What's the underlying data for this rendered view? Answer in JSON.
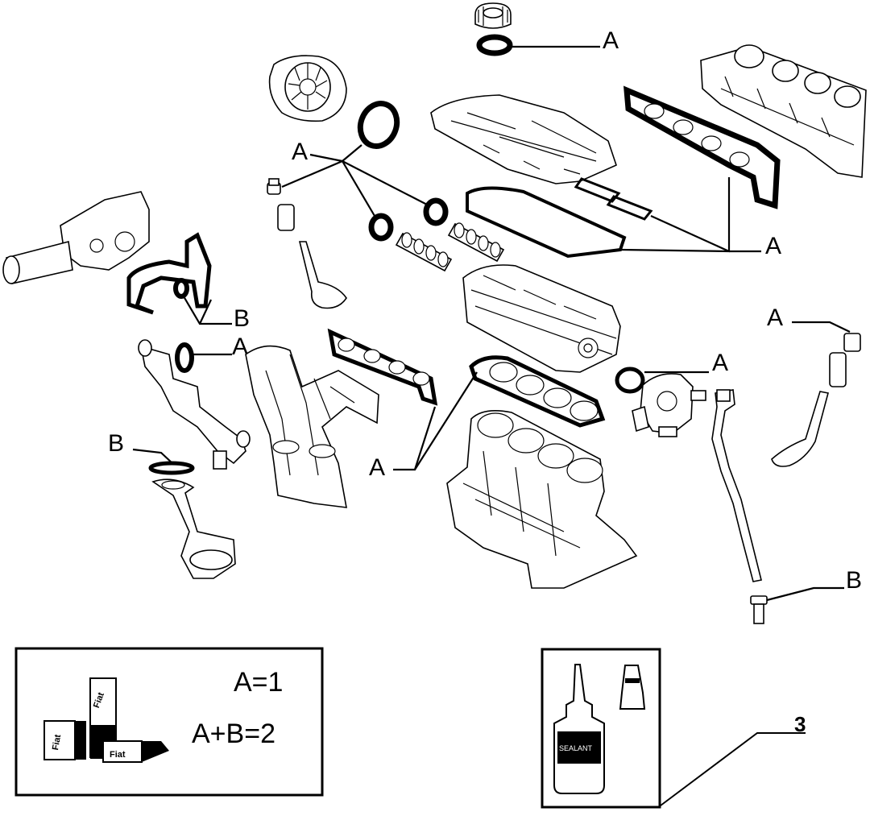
{
  "callouts": {
    "oil_cap_seal": "A",
    "timing_seals_group": "A",
    "intake_rocker_gaskets": "A",
    "oil_pump_gaskets": "B",
    "water_outlet_gasket": "A",
    "valve_stem_seal_right": "A",
    "thermostat_oring": "A",
    "head_exhaust_gaskets": "A",
    "dipstick_pickup_gasket": "B",
    "dipstick_bolt": "B",
    "sealant_kit": "3"
  },
  "legend": {
    "line1": "A=1",
    "line2": "A+B=2",
    "package_text": [
      "Fiat",
      "Fiat",
      "Fiat"
    ]
  },
  "sealant_label": "SEALANT"
}
